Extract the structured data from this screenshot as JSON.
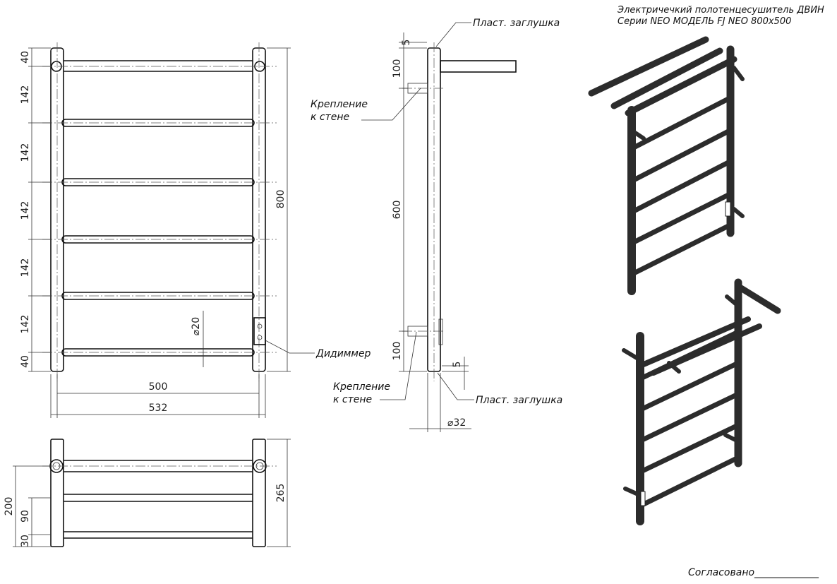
{
  "title": {
    "line1": "Электричечкий полотенцесушитель ДВИН",
    "line2": "Серии NEO МОДЕЛЬ FJ NEO 800x500"
  },
  "front_view": {
    "dims_left": [
      "40",
      "142",
      "142",
      "142",
      "142",
      "142",
      "40"
    ],
    "dim_total_height": "800",
    "dim_inner_width": "500",
    "dim_outer_width": "532",
    "dim_diameter": "⌀20",
    "dimmer_label": "Дидиммер"
  },
  "side_view": {
    "cap_top_label": "Пласт. заглушка",
    "cap_bottom_label": "Пласт. заглушка",
    "mount_top_label_1": "Крепление",
    "mount_top_label_2": "к стене",
    "mount_bottom_label_1": "Крепление",
    "mount_bottom_label_2": "к стене",
    "dim_cap_top": "5",
    "dim_cap_bottom": "5",
    "dim_top_offset": "100",
    "dim_mount_span": "600",
    "dim_bottom_offset": "100",
    "dim_diameter": "⌀32"
  },
  "top_view": {
    "dim_depth": "265",
    "dim_200": "200",
    "dim_90": "90",
    "dim_30": "30"
  },
  "footer": {
    "approved": "Согласовано_____________"
  }
}
